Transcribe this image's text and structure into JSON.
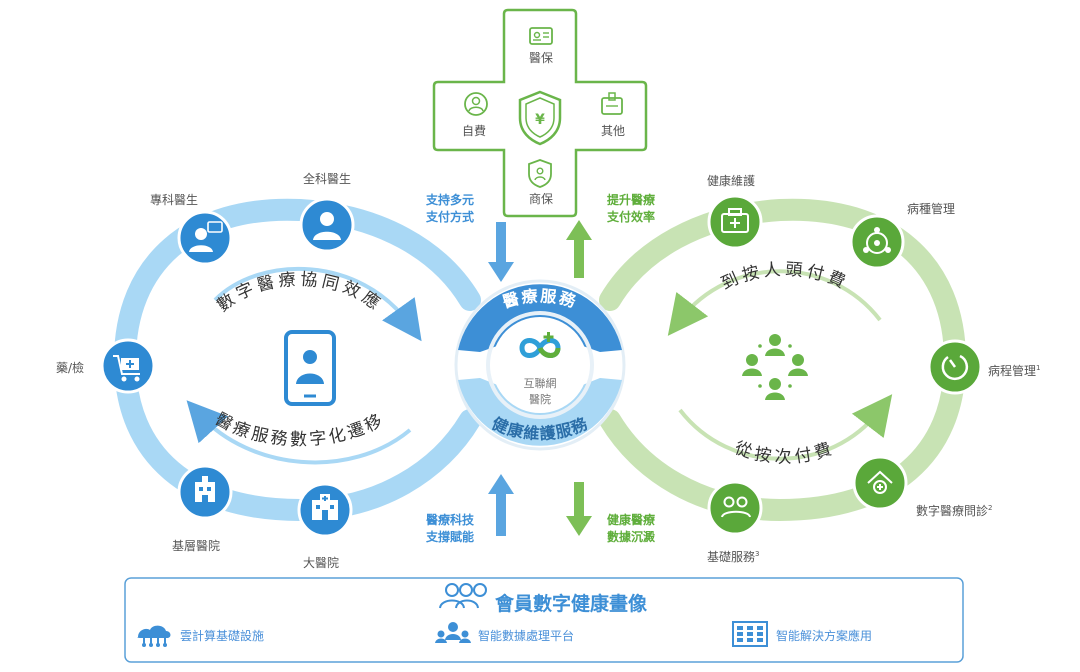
{
  "cross": {
    "top": "醫保",
    "left": "自費",
    "right": "其他",
    "bottom": "商保"
  },
  "arrows": {
    "top_left": [
      "支持多元",
      "支付方式"
    ],
    "top_right": [
      "提升醫療",
      "支付效率"
    ],
    "bottom_left": [
      "醫療科技",
      "支撐賦能"
    ],
    "bottom_right": [
      "健康醫療",
      "數據沉澱"
    ]
  },
  "left_loop": {
    "nodes": {
      "specialist": "專科醫生",
      "gp": "全科醫生",
      "pharmacy": "藥/檢",
      "primary": "基層醫院",
      "big_hospital": "大醫院"
    },
    "arc_top": "數字醫療協同效應",
    "arc_bottom": "醫療服務數字化遷移"
  },
  "center": {
    "top_label": "醫療服務",
    "bottom_label": "健康維護服務",
    "name_line1": "互聯網",
    "name_line2": "醫院"
  },
  "right_loop": {
    "nodes": {
      "health": "健康維護",
      "disease": "病種管理",
      "course": "病程管理",
      "course_sup": "1",
      "consult": "數字醫療問診",
      "consult_sup": "2",
      "basic": "基礎服務",
      "basic_sup": "3"
    },
    "arc_top": "到按人頭付費",
    "arc_bottom": "從按次付費"
  },
  "bottom_bar": {
    "title": "會員數字健康畫像",
    "items": [
      "雲計算基礎設施",
      "智能數據處理平台",
      "智能解決方案應用"
    ]
  },
  "colors": {
    "blue": "#3d8fd6",
    "light_blue": "#a9d8f5",
    "green": "#5fae3b",
    "light_green": "#c8e3b4"
  }
}
